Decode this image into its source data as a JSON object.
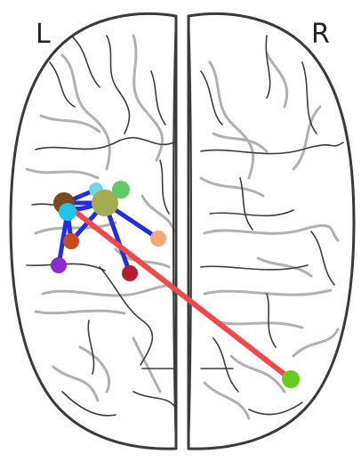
{
  "labels": {
    "left": "L",
    "right": "R"
  },
  "colors": {
    "outline": "#3a3a3a",
    "sulci_dark": "#3d3d3d",
    "sulci_light": "#b0b0b0",
    "local_edge": "#1f2ee0",
    "long_edge": "#f24848"
  },
  "nodes": [
    {
      "id": "n-brown",
      "color": "#7a4a1c"
    },
    {
      "id": "n-lightblue",
      "color": "#6fd7ea"
    },
    {
      "id": "n-olive",
      "color": "#a2ad52"
    },
    {
      "id": "n-green",
      "color": "#62c96a"
    },
    {
      "id": "n-cyan",
      "color": "#22c4ee"
    },
    {
      "id": "n-peach",
      "color": "#f4a778"
    },
    {
      "id": "n-orange",
      "color": "#cc4a1a"
    },
    {
      "id": "n-crimson",
      "color": "#b81c32"
    },
    {
      "id": "n-purple",
      "color": "#8a2ad0"
    },
    {
      "id": "n-lime",
      "color": "#66cc1e"
    }
  ],
  "edges": [
    {
      "from": "n-brown",
      "to": "n-lightblue",
      "kind": "local"
    },
    {
      "from": "n-brown",
      "to": "n-olive",
      "kind": "local"
    },
    {
      "from": "n-cyan",
      "to": "n-olive",
      "kind": "local"
    },
    {
      "from": "n-cyan",
      "to": "n-purple",
      "kind": "local"
    },
    {
      "from": "n-cyan",
      "to": "n-orange",
      "kind": "local"
    },
    {
      "from": "n-olive",
      "to": "n-orange",
      "kind": "local"
    },
    {
      "from": "n-olive",
      "to": "n-peach",
      "kind": "local"
    },
    {
      "from": "n-olive",
      "to": "n-crimson",
      "kind": "local"
    },
    {
      "from": "n-brown",
      "to": "n-lime",
      "kind": "long"
    }
  ]
}
